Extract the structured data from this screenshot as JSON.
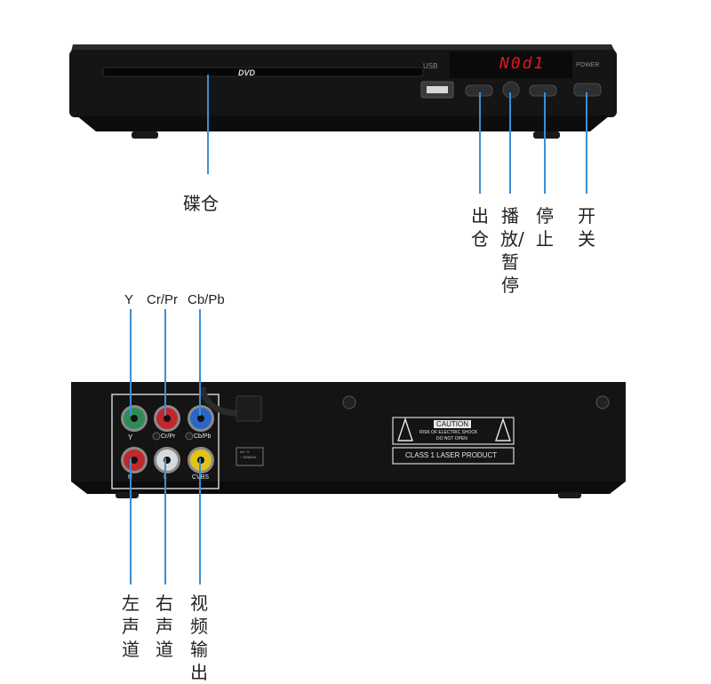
{
  "front_panel": {
    "disc_logo": "DVD",
    "usb_label": "USB",
    "power_label": "POWER",
    "display_text": "N0d1",
    "display_color": "#e0161d",
    "body_color": "#161616"
  },
  "front_labels": {
    "disc_tray": "碟仓",
    "eject": "出仓",
    "play_pause": "播放/暂停",
    "stop": "停止",
    "power": "开关"
  },
  "rear_labels_top": {
    "y": "Y",
    "cr_pr": "Cr/Pr",
    "cb_pb": "Cb/Pb"
  },
  "rear_panel": {
    "jack_y": "Y",
    "jack_cr": "Cr/Pr",
    "jack_cb": "Cb/Pb",
    "jack_r": "R",
    "jack_l": "L",
    "jack_cvbs": "CVBS",
    "caution_title": "CAUTION",
    "caution_line1": "RISK OF ELECTRIC SHOCK",
    "caution_line2": "DO NOT OPEN",
    "laser_text": "CLASS 1 LASER PRODUCT",
    "power_spec_1": "AC~V",
    "power_spec_2": "~ 50/60Hz"
  },
  "rear_labels_bottom": {
    "left_audio": "左声道",
    "right_audio": "右声道",
    "video_out": "视频输出"
  },
  "colors": {
    "callout": "#3a8fd6",
    "jack_green": "#2e8b57",
    "jack_red": "#c0282d",
    "jack_blue": "#2a66c8",
    "jack_white": "#d9d9d9",
    "jack_yellow": "#e3c21a"
  }
}
